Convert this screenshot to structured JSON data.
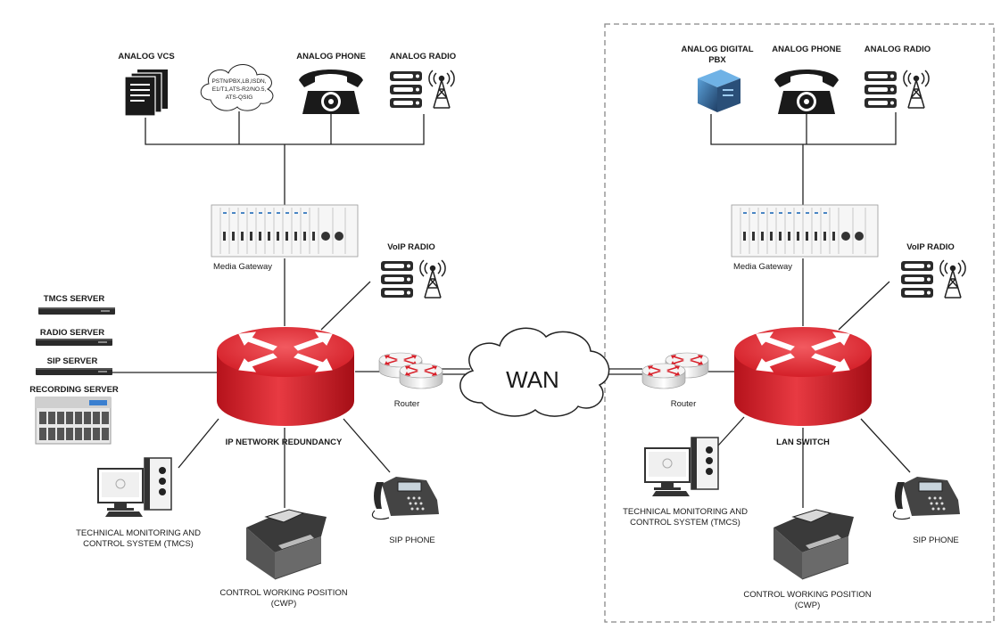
{
  "left": {
    "analog_vcs": "ANALOG VCS",
    "cloud_line1": "PSTN/PBX,LB,ISDN,",
    "cloud_line2": "E1/T1,ATS-R2/NO.5,",
    "cloud_line3": "ATS-QSIG",
    "analog_phone": "ANALOG PHONE",
    "analog_radio": "ANALOG RADIO",
    "media_gateway": "Media Gateway",
    "voip_radio": "VoIP RADIO",
    "tmcs_server": "TMCS SERVER",
    "radio_server": "RADIO SERVER",
    "sip_server": "SIP SERVER",
    "recording_server": "RECORDING SERVER",
    "router": "Router",
    "core": "IP NETWORK REDUNDANCY",
    "tmcs_line1": "TECHNICAL MONITORING AND",
    "tmcs_line2": "CONTROL SYSTEM (TMCS)",
    "cwp_line1": "CONTROL WORKING POSITION",
    "cwp_line2": "(CWP)",
    "sip_phone": "SIP PHONE"
  },
  "wan": "WAN",
  "right": {
    "pbx_line1": "ANALOG DIGITAL",
    "pbx_line2": "PBX",
    "analog_phone": "ANALOG PHONE",
    "analog_radio": "ANALOG RADIO",
    "media_gateway": "Media Gateway",
    "voip_radio": "VoIP RADIO",
    "router": "Router",
    "core": "LAN SWITCH",
    "tmcs_line1": "TECHNICAL MONITORING AND",
    "tmcs_line2": "CONTROL SYSTEM (TMCS)",
    "cwp_line1": "CONTROL WORKING POSITION",
    "cwp_line2": "(CWP)",
    "sip_phone": "SIP PHONE"
  },
  "colors": {
    "switch_red": "#d8202a",
    "switch_top": "#e8424a",
    "dashed_border": "#888888"
  }
}
